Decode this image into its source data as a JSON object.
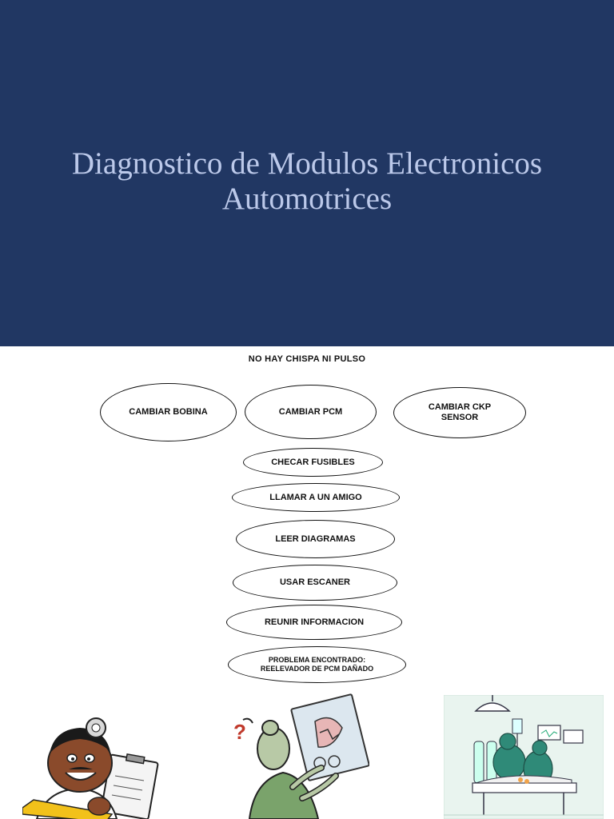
{
  "slide": {
    "title_line1": "Diagnostico de Modulos Electronicos",
    "title_line2": "Automotrices"
  },
  "diagram": {
    "heading": "NO HAY CHISPA NI PULSO",
    "top_row": [
      {
        "line1": "CAMBIAR BOBINA",
        "line2": ""
      },
      {
        "line1": "CAMBIAR PCM",
        "line2": ""
      },
      {
        "line1": "CAMBIAR CKP",
        "line2": "SENSOR"
      }
    ],
    "steps": [
      "CHECAR FUSIBLES",
      "LLAMAR A UN AMIGO",
      "LEER DIAGRAMAS",
      "USAR ESCANER",
      "REUNIR INFORMACION"
    ],
    "final_line1": "PROBLEMA ENCONTRADO:",
    "final_line2": "REELEVADOR DE PCM DAÑADO"
  },
  "colors": {
    "title_background": "#213763",
    "title_text": "#bcc9ea",
    "diagram_ink": "#111111"
  },
  "illustrations": {
    "left": "doctor-cartoon",
    "middle": "xray-mechanic-cartoon",
    "right": "surgery-room-cartoon"
  }
}
